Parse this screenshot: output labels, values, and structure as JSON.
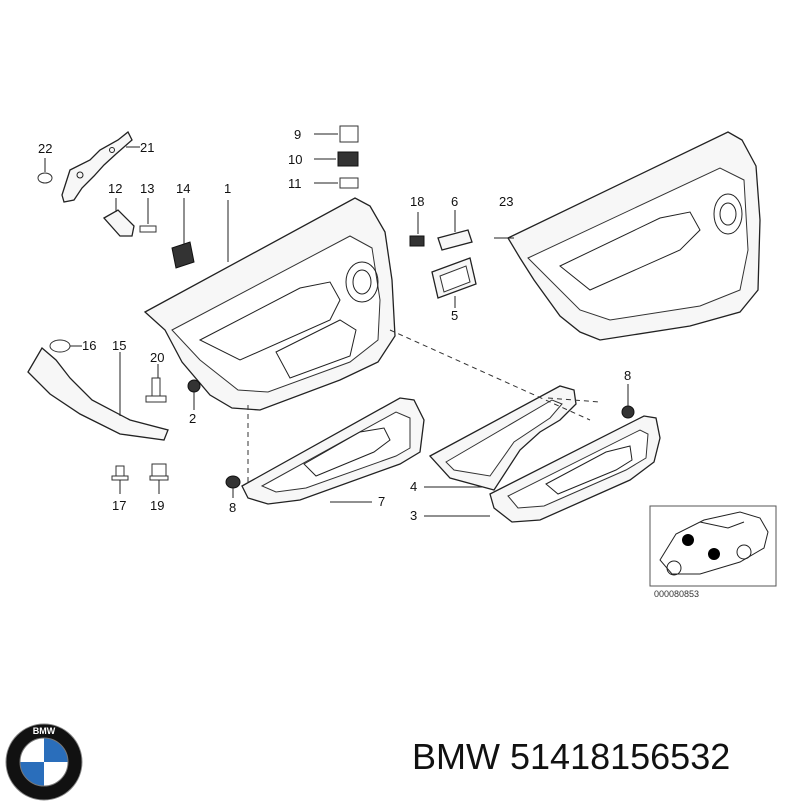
{
  "callouts": {
    "c1": "1",
    "c2": "2",
    "c3": "3",
    "c4": "4",
    "c5": "5",
    "c6": "6",
    "c7": "7",
    "c8a": "8",
    "c8b": "8",
    "c9": "9",
    "c10": "10",
    "c11": "11",
    "c12": "12",
    "c13": "13",
    "c14": "14",
    "c15": "15",
    "c16": "16",
    "c17": "17",
    "c18": "18",
    "c19": "19",
    "c20": "20",
    "c21": "21",
    "c22": "22",
    "c23": "23"
  },
  "inset": {
    "reference": "000080853"
  },
  "caption": {
    "brand": "BMW",
    "part_number": "51418156532"
  },
  "logo": {
    "letters": "BMW",
    "colors": {
      "ring": "#111111",
      "blue": "#2a6ebb",
      "white": "#ffffff"
    },
    "icon": "bmw-roundel-icon"
  }
}
